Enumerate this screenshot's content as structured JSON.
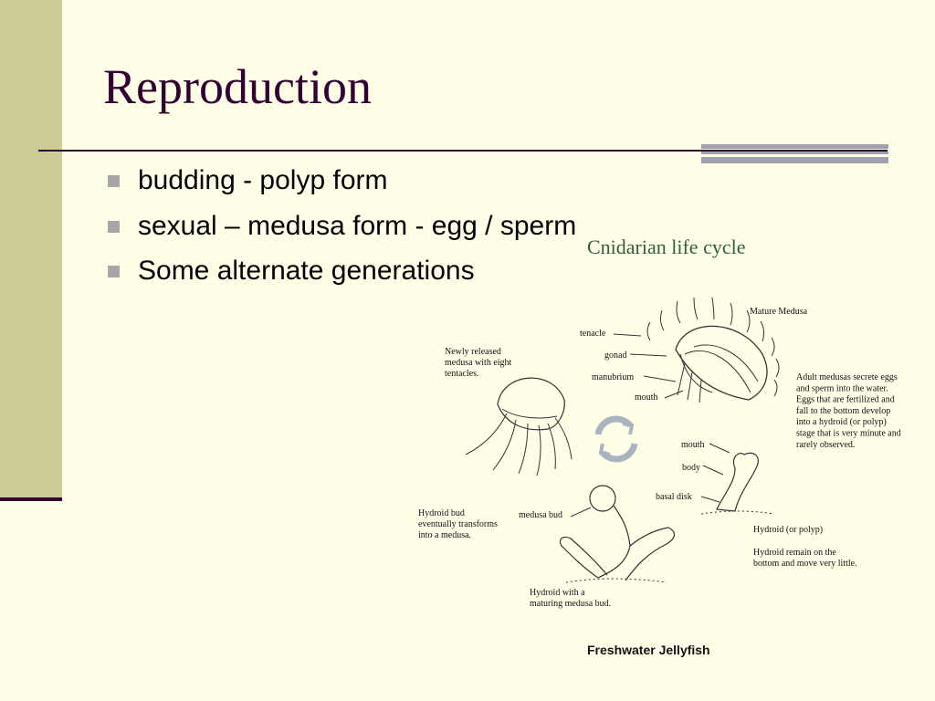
{
  "slide": {
    "title": "Reproduction",
    "bullets": [
      "budding  - polyp form",
      "sexual – medusa form - egg / sperm",
      "Some alternate generations"
    ]
  },
  "diagram": {
    "title": "Cnidarian life cycle",
    "credit": "Freshwater Jellyfish",
    "labels": {
      "mature_medusa": "Mature Medusa",
      "tenacle": "tenacle",
      "gonad": "gonad",
      "manubrium": "manubrium",
      "mouth_medusa": "mouth",
      "mouth_polyp": "mouth",
      "body": "body",
      "basal_disk": "basal disk",
      "medusa_bud": "medusa bud",
      "hydroid": "Hydroid (or polyp)"
    },
    "notes": {
      "newly_released": [
        "Newly released",
        "medusa with eight",
        "tentacles."
      ],
      "adult_medusas": [
        "Adult medusas secrete eggs",
        "and sperm into the water.",
        "Eggs that are fertilized and",
        "fall to the bottom develop",
        "into a hydroid (or polyp)",
        "stage that is very minute and",
        "rarely observed."
      ],
      "hydroid_bud": [
        "Hydroid bud",
        "eventually transforms",
        "into a medusa."
      ],
      "hydroid_remain": [
        "Hydroid remain on the",
        "bottom and move very little."
      ],
      "hydroid_with": [
        "Hydroid with a",
        "maturing medusa bud."
      ]
    }
  },
  "colors": {
    "side_band": "#cccc99",
    "title": "#330033",
    "diagram_title": "#2f5f3a",
    "bullet": "#a7a7a7"
  }
}
